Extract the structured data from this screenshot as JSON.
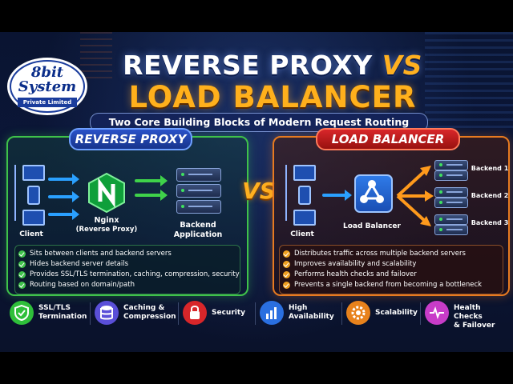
{
  "logo": {
    "line1": "8bit",
    "line2": "System",
    "tagline": "Private Limited"
  },
  "title": {
    "line1_main": "REVERSE PROXY",
    "line1_vs": "VS",
    "line2": "LOAD BALANCER",
    "subtitle": "Two Core Building Blocks of Modern Request Routing"
  },
  "vs_center": "VS",
  "reverse_proxy": {
    "heading": "REVERSE PROXY",
    "client_label": "Client",
    "proxy_label_1": "Nginx",
    "proxy_label_2": "(Reverse Proxy)",
    "backend_label_1": "Backend",
    "backend_label_2": "Application",
    "features": [
      "Sits between clients and backend servers",
      "Hides backend server details",
      "Provides SSL/TLS termination, caching, compression, security",
      "Routing based on domain/path"
    ]
  },
  "load_balancer": {
    "heading": "LOAD BALANCER",
    "client_label": "Client",
    "lb_label": "Load Balancer",
    "backends": [
      "Backend 1",
      "Backend 2",
      "Backend 3"
    ],
    "features": [
      "Distributes traffic across multiple backend servers",
      "Improves availability and scalability",
      "Performs health checks and failover",
      "Prevents a single backend from becoming a bottleneck"
    ]
  },
  "bottom_features": [
    {
      "line1": "SSL/TLS",
      "line2": "Termination",
      "icon": "shield-check-icon",
      "color": "#2fbf3a"
    },
    {
      "line1": "Caching &",
      "line2": "Compression",
      "icon": "database-icon",
      "color": "#5a4fd8"
    },
    {
      "line1": "Security",
      "line2": "",
      "icon": "lock-icon",
      "color": "#d8262a"
    },
    {
      "line1": "High",
      "line2": "Availability",
      "icon": "bar-chart-icon",
      "color": "#2a6fe0"
    },
    {
      "line1": "Scalability",
      "line2": "",
      "icon": "gear-icon",
      "color": "#e8821c"
    },
    {
      "line1": "Health Checks",
      "line2": "& Failover",
      "icon": "heartbeat-icon",
      "color": "#c83cc8"
    }
  ]
}
